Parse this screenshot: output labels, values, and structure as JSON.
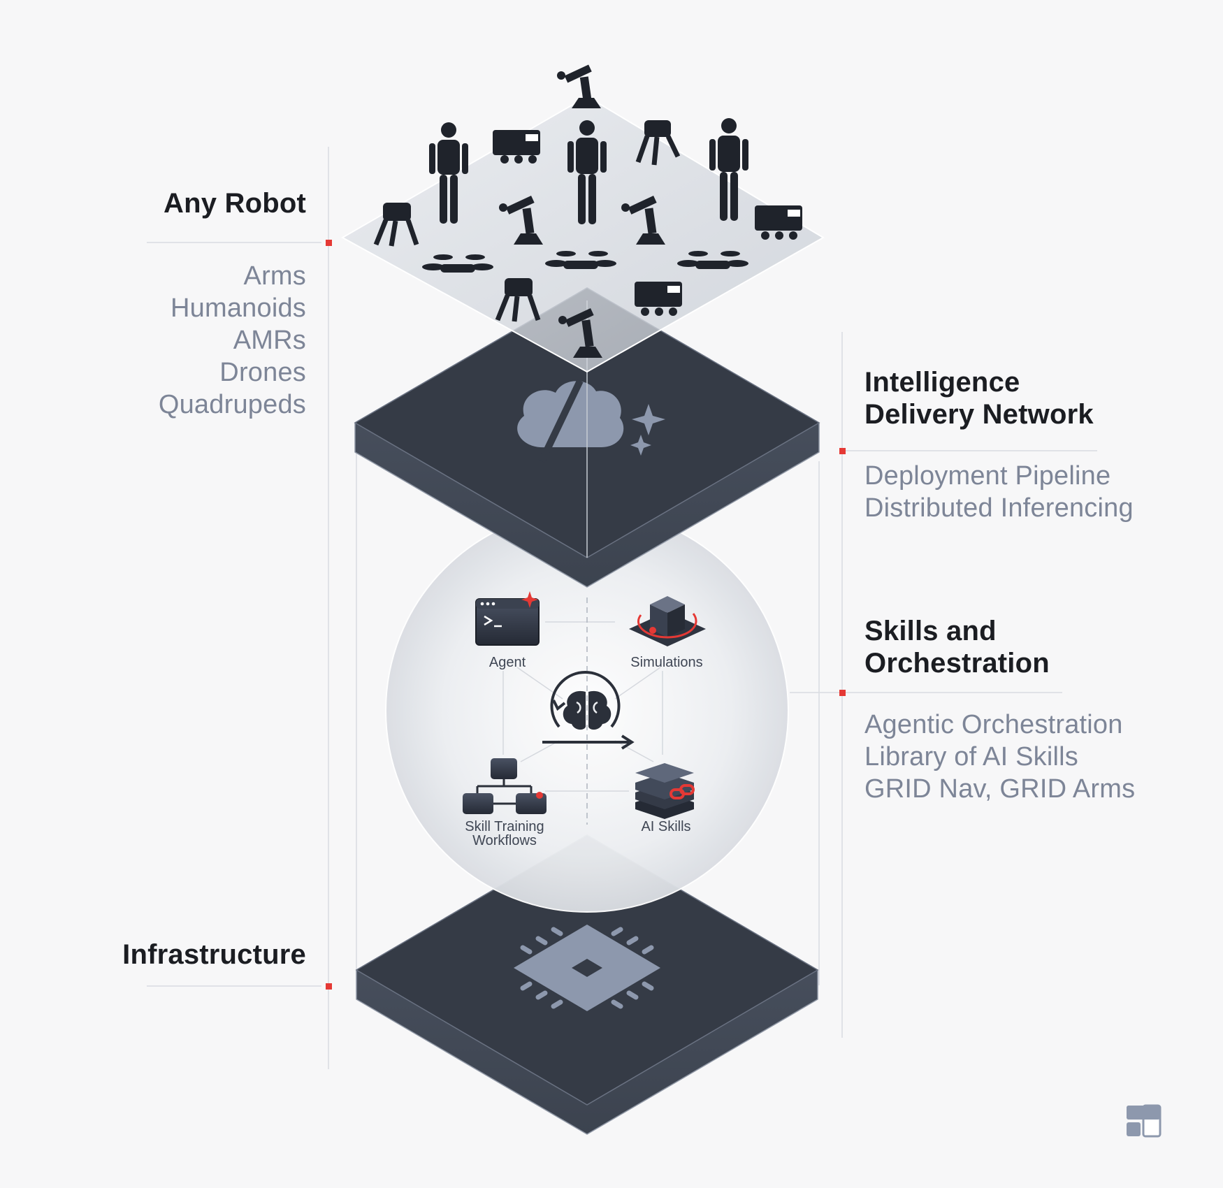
{
  "sections": {
    "robot": {
      "title": "Any Robot",
      "items": [
        "Arms",
        "Humanoids",
        "AMRs",
        "Drones",
        "Quadrupeds"
      ]
    },
    "idn": {
      "title_line1": "Intelligence",
      "title_line2": "Delivery Network",
      "items": [
        "Deployment Pipeline",
        "Distributed Inferencing"
      ]
    },
    "skills": {
      "title_line1": "Skills and",
      "title_line2": "Orchestration",
      "items": [
        "Agentic Orchestration",
        "Library of AI Skills",
        "GRID Nav, GRID Arms"
      ]
    },
    "infra": {
      "title": "Infrastructure"
    }
  },
  "nodes": {
    "agent": "Agent",
    "simulations": "Simulations",
    "skill_training_line1": "Skill Training",
    "skill_training_line2": "Workflows",
    "ai_skills": "AI Skills"
  },
  "icons": {
    "cloud": "cloud-sparkle-icon",
    "chip": "chip-icon",
    "brain": "brain-loop-icon",
    "agent": "terminal-icon",
    "simulations": "cube-orbit-icon",
    "workflows": "hierarchy-icon",
    "ai_skills": "stack-link-icon",
    "logo": "brand-logo-icon"
  },
  "colors": {
    "background": "#f7f7f8",
    "slab_top": "#353b46",
    "slab_side": "#4c5462",
    "accent_red": "#e53935",
    "muted_text": "#7d8597",
    "title_text": "#1b1d22"
  }
}
